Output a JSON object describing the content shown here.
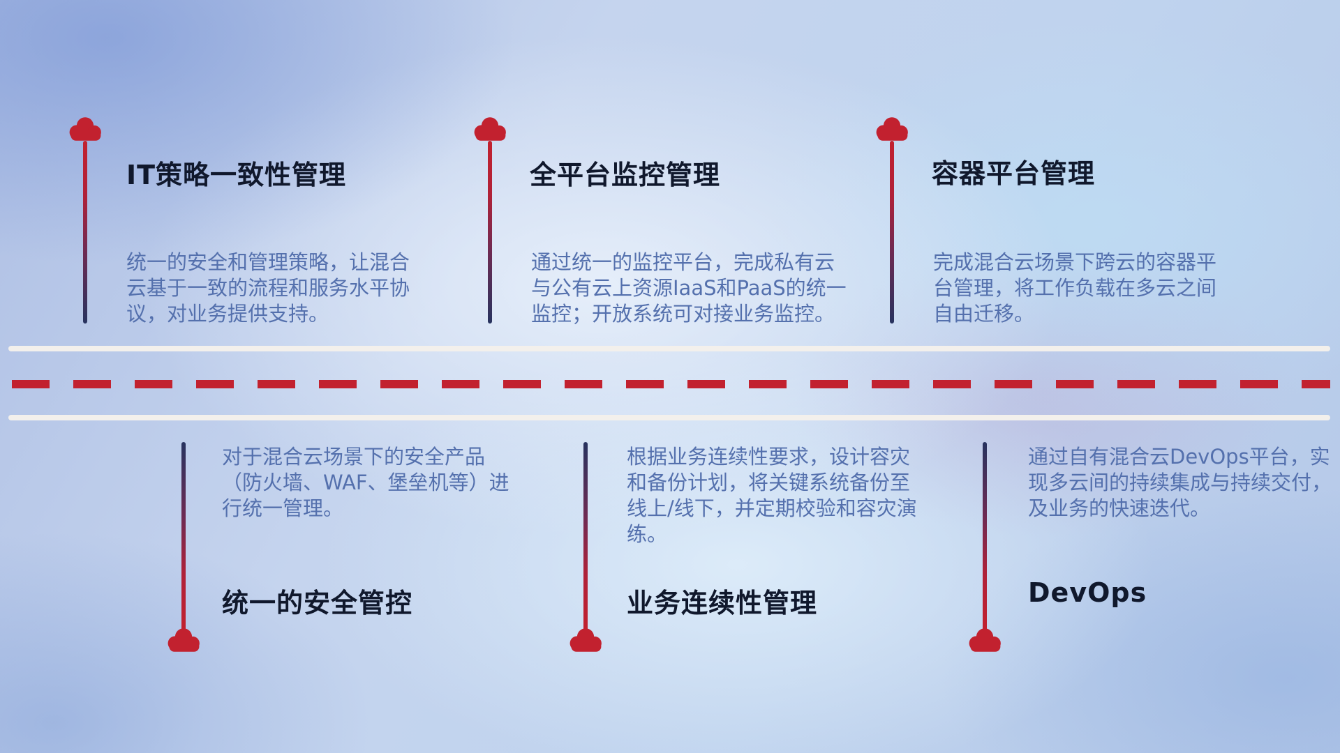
{
  "top_items": [
    {
      "title": "IT策略一致性管理",
      "desc": "统一的安全和管理策略，让混合云基于一致的流程和服务水平协议，对业务提供支持。",
      "icon": "cloud-icon"
    },
    {
      "title": "全平台监控管理",
      "desc": "通过统一的监控平台，完成私有云与公有云上资源IaaS和PaaS的统一监控；开放系统可对接业务监控。",
      "icon": "cloud-icon"
    },
    {
      "title": "容器平台管理",
      "desc": "完成混合云场景下跨云的容器平台管理，将工作负载在多云之间自由迁移。",
      "icon": "cloud-icon"
    }
  ],
  "bottom_items": [
    {
      "title": "统一的安全管控",
      "desc": "对于混合云场景下的安全产品（防火墙、WAF、堡垒机等）进行统一管理。",
      "icon": "cloud-icon"
    },
    {
      "title": "业务连续性管理",
      "desc": "根据业务连续性要求，设计容灾和备份计划，将关键系统备份至线上/线下，并定期校验和容灾演练。",
      "icon": "cloud-icon"
    },
    {
      "title": "DevOps",
      "desc": "通过自有混合云DevOps平台，实现多云间的持续集成与持续交付，及业务的快速迭代。",
      "icon": "cloud-icon"
    }
  ],
  "colors": {
    "accent_red": "#c2212f",
    "line_navy": "#27335f",
    "title_text": "#10182c",
    "desc_text": "#5470ad",
    "road_white": "#f3f0ec"
  }
}
